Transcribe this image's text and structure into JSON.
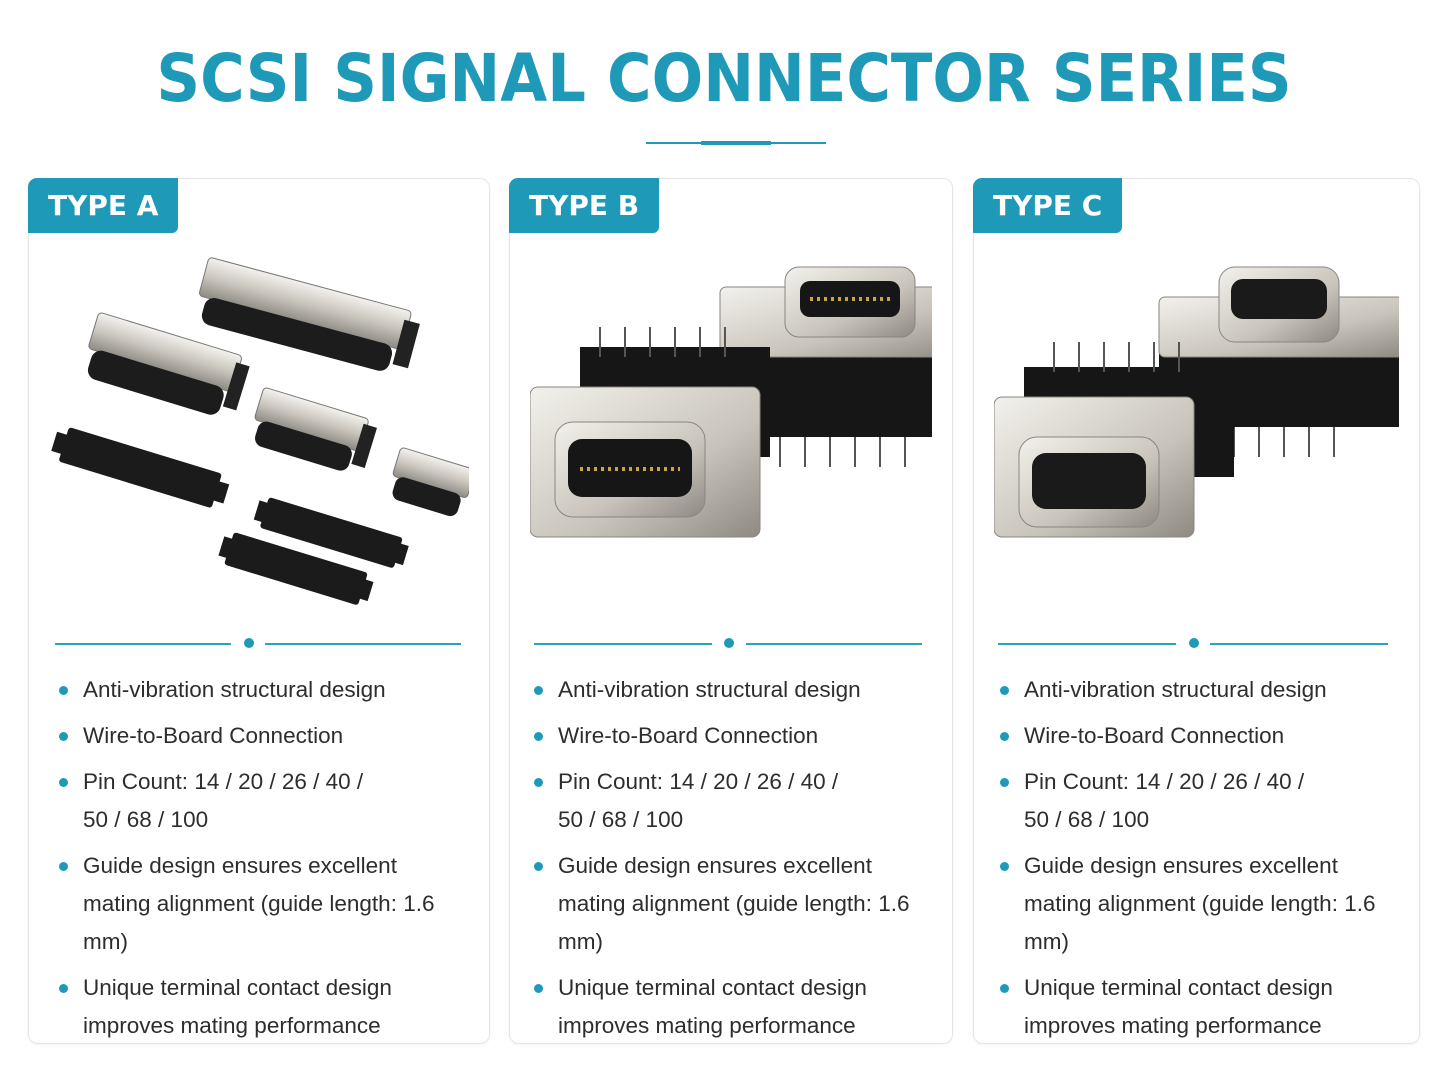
{
  "title": "SCSI SIGNAL CONNECTOR SERIES",
  "accent_color": "#1e9ab8",
  "cards": [
    {
      "badge": "TYPE A",
      "image": "scsi-connectors-type-a-photo",
      "features": {
        "f1": "Anti-vibration structural design",
        "f2": "Wire-to-Board Connection",
        "f3a": "Pin Count: 14 / 20 / 26 / 40 /",
        "f3b": "50 / 68 / 100",
        "f4a": "Guide design ensures excellent",
        "f4b": "mating alignment (guide length: 1.6 mm)",
        "f5a": "Unique terminal contact design",
        "f5b": "improves mating performance"
      }
    },
    {
      "badge": "TYPE B",
      "image": "scsi-connectors-type-b-photo",
      "features": {
        "f1": "Anti-vibration structural design",
        "f2": "Wire-to-Board Connection",
        "f3a": "Pin Count: 14 / 20 / 26 / 40 /",
        "f3b": "50 / 68 / 100",
        "f4a": "Guide design ensures excellent",
        "f4b": "mating alignment (guide length: 1.6 mm)",
        "f5a": "Unique terminal contact design",
        "f5b": "improves mating performance"
      }
    },
    {
      "badge": "TYPE C",
      "image": "scsi-connectors-type-c-photo",
      "features": {
        "f1": "Anti-vibration structural design",
        "f2": "Wire-to-Board Connection",
        "f3a": "Pin Count: 14 / 20 / 26 / 40 /",
        "f3b": "50 / 68 / 100",
        "f4a": "Guide design ensures excellent",
        "f4b": "mating alignment (guide length: 1.6 mm)",
        "f5a": "Unique terminal contact design",
        "f5b": "improves mating performance"
      }
    }
  ]
}
